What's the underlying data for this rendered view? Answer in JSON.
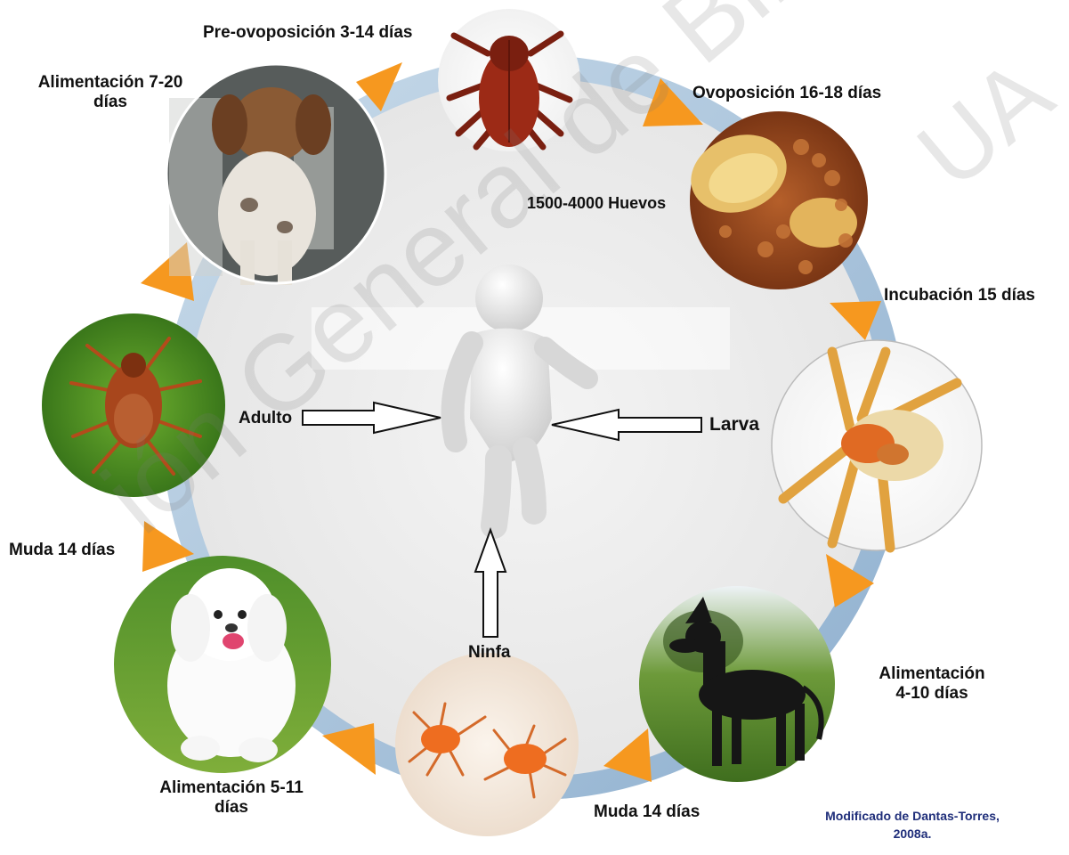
{
  "labels": {
    "preovoposicion": "Pre-ovoposición 3-14 días",
    "ovoposicion": "Ovoposición 16-18 días",
    "huevos": "1500-4000 Huevos",
    "incubacion": "Incubación 15 días",
    "larva": "Larva",
    "alimentacion_4_10_a": "Alimentación",
    "alimentacion_4_10_b": "4-10 días",
    "muda_14_bottom": "Muda 14 días",
    "ninfa": "Ninfa",
    "alimentacion_5_11_a": "Alimentación 5-11",
    "alimentacion_5_11_b": "días",
    "muda_14_left": "Muda 14 días",
    "adulto": "Adulto",
    "alimentacion_7_20_a": "Alimentación 7-20",
    "alimentacion_7_20_b": "días",
    "credit_line1": "Modificado de Dantas-Torres,",
    "credit_line2": "2008a."
  },
  "watermark": {
    "text_main": "ión General de Bibliotecas UA",
    "text_corner": "UA"
  },
  "colors": {
    "ring": "#a9c3da",
    "arrow_orange": "#f6981f",
    "credit": "#1f2e7a",
    "background": "#ffffff"
  }
}
